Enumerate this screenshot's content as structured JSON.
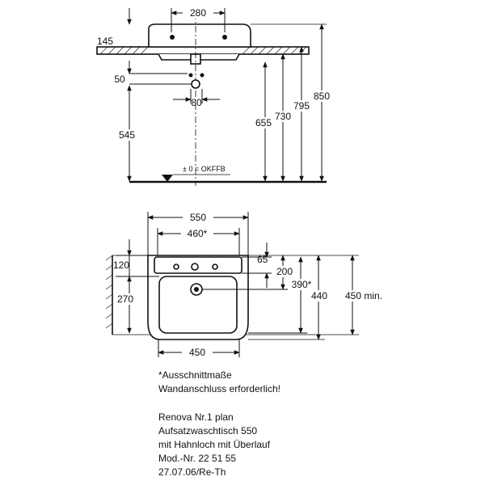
{
  "side_view": {
    "dims": {
      "top_width": "280",
      "depth_left": "145",
      "drain_offset": "50",
      "drain_width": "80",
      "floor_height": "545",
      "h1": "655",
      "h2": "730",
      "h3": "795",
      "h4": "850"
    },
    "floor_label": "± 0 = OKFFB"
  },
  "plan_view": {
    "dims": {
      "outer_width": "550",
      "cutout_width": "460*",
      "bottom_width": "450",
      "left_top": "120",
      "left_bottom": "270",
      "right_65": "65",
      "right_200": "200",
      "right_390": "390*",
      "right_440": "440",
      "right_450": "450 min."
    }
  },
  "notes": {
    "cutout": "*Ausschnittmaße",
    "wall_connection": "Wandanschluss erforderlich!"
  },
  "title_block": {
    "line1": "Renova Nr.1 plan",
    "line2": "Aufsatzwaschtisch 550",
    "line3": "mit Hahnloch mit Überlauf",
    "line4": "Mod.-Nr. 22 51 55",
    "line5": "27.07.06/Re-Th"
  }
}
